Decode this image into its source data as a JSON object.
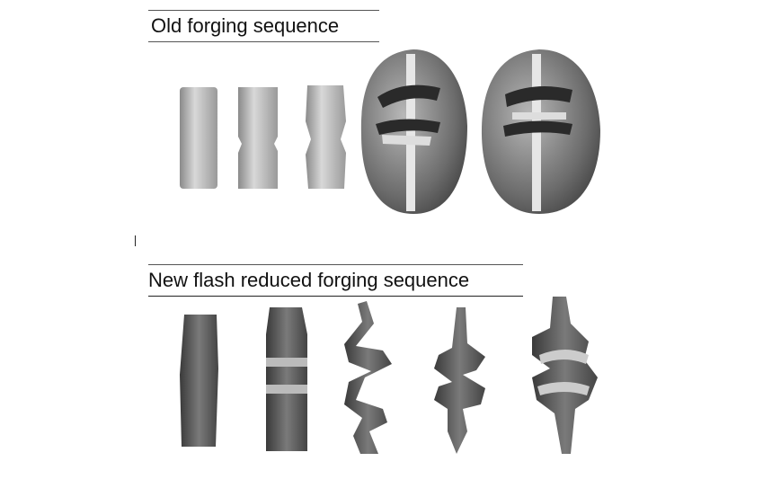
{
  "figure": {
    "old_section": {
      "title": "Old forging sequence",
      "stages": 5
    },
    "new_section": {
      "title": "New flash reduced forging sequence",
      "stages": 5
    }
  }
}
